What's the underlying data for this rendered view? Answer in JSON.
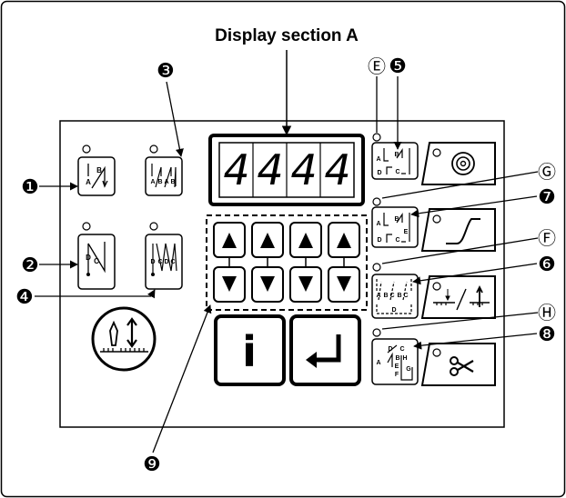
{
  "title": "Display section A",
  "display": {
    "digits": [
      "4",
      "4",
      "4",
      "4"
    ]
  },
  "callouts": {
    "c1": "❶",
    "c2": "❷",
    "c3": "❸",
    "c4": "❹",
    "c5": "❺",
    "c6": "❻",
    "c7": "❼",
    "c8": "❽",
    "c9": "❾",
    "E": "Ⓔ",
    "F": "Ⓕ",
    "G": "Ⓖ",
    "H": "Ⓗ"
  },
  "keys": {
    "info": "i",
    "stitch1": {
      "a": "A",
      "b": "B"
    },
    "stitch3": {
      "a1": "A",
      "b1": "B",
      "a2": "A",
      "b2": "B"
    },
    "stitch2": {
      "d": "D",
      "c": "C"
    },
    "stitch4": {
      "d1": "D",
      "c1": "C",
      "d2": "D",
      "c2": "C"
    },
    "p5": {
      "a": "A",
      "b": "B",
      "d": "D",
      "c": "C"
    },
    "p7": {
      "a": "A",
      "b": "B",
      "e": "E",
      "d": "D",
      "c": "C"
    },
    "p6": {
      "a": "A",
      "b": "B",
      "c": "C",
      "b2": "B",
      "c2": "C",
      "d": "D"
    },
    "p8": {
      "d": "D",
      "c": "C",
      "a": "A",
      "b": "B",
      "h": "H",
      "g": "G",
      "e": "E",
      "f": "F"
    }
  },
  "colors": {
    "ink": "#000000",
    "paper": "#ffffff"
  },
  "icons": [
    "reverse-feed-icon",
    "info-icon",
    "enter-icon",
    "up-arrow-icon",
    "down-arrow-icon",
    "spiral-icon",
    "slope-icon",
    "needle-feed-icon",
    "scissors-icon"
  ]
}
